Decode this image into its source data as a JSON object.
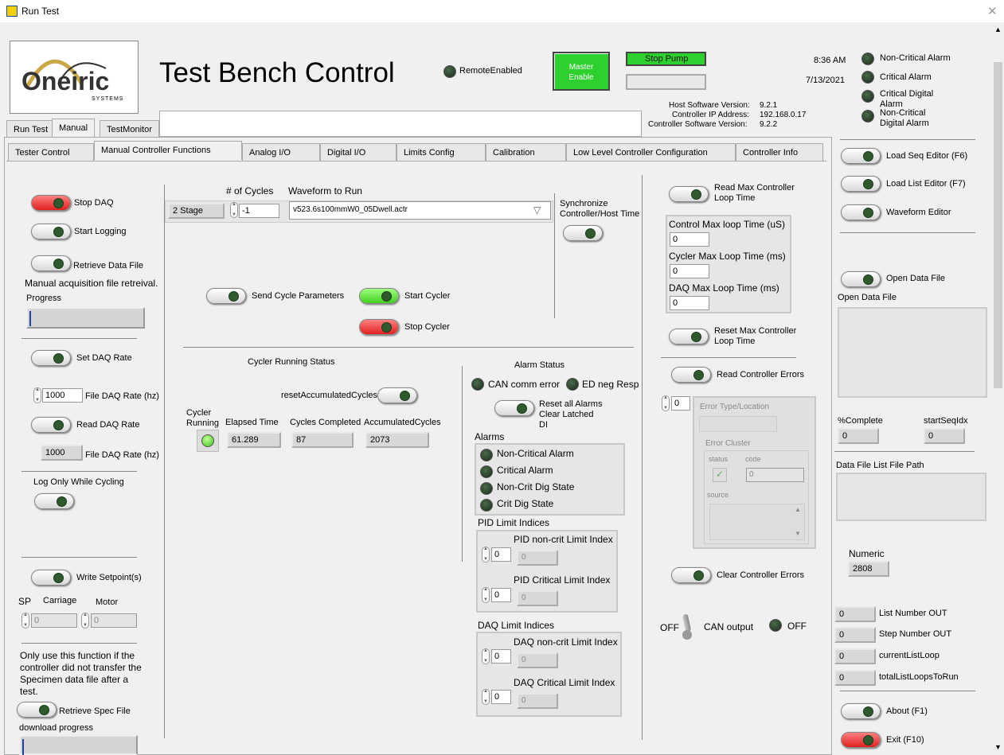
{
  "window": {
    "title": "Run Test"
  },
  "header": {
    "title": "Test Bench Control",
    "logo_text": "Oneiric",
    "logo_sub": "SYSTEMS",
    "remote_enabled": "RemoteEnabled",
    "master_enable": "Master Enable",
    "stop_pump": "Stop Pump",
    "time": "8:36 AM",
    "date": "7/13/2021",
    "host_sw_label": "Host Software Version:",
    "host_sw": "9.2.1",
    "ip_label": "Controller IP Address:",
    "ip": "192.168.0.17",
    "ctrl_sw_label": "Controller Software Version:",
    "ctrl_sw": "9.2.2",
    "alarm_noncrit": "Non-Critical Alarm",
    "alarm_crit": "Critical Alarm",
    "alarm_crit_dig": "Critical Digital Alarm",
    "alarm_noncrit_dig": "Non-Critical Digital Alarm"
  },
  "main_tabs": [
    "Run Test",
    "Manual",
    "TestMonitor"
  ],
  "sub_tabs": [
    "Tester Control",
    "Manual Controller Functions",
    "Analog I/O",
    "Digital I/O",
    "Limits Config",
    "Calibration",
    "Low Level Controller Configuration",
    "Controller Info"
  ],
  "left": {
    "stop_daq": "Stop DAQ",
    "start_logging": "Start Logging",
    "retrieve_data": "Retrieve Data File",
    "manual_acq": "Manual acquisition file retreival.",
    "progress": "Progress",
    "set_daq_rate": "Set DAQ Rate",
    "daq_rate_val": "1000",
    "file_daq_rate": "File DAQ Rate (hz)",
    "read_daq_rate": "Read DAQ Rate",
    "daq_rate_read": "1000",
    "file_daq_rate2": "File DAQ Rate (hz)",
    "log_only": "Log Only While Cycling",
    "write_sp": "Write Setpoint(s)",
    "sp": "SP",
    "carriage": "Carriage",
    "motor": "Motor",
    "carriage_val": "0",
    "motor_val": "0",
    "note": "Only use this function if the controller did not transfer the Specimen data file after a test.",
    "retrieve_spec": "Retrieve Spec File",
    "download_progress": "download progress"
  },
  "mid": {
    "stage": "2 Stage",
    "cycles_label": "# of Cycles",
    "cycles_val": "-1",
    "waveform_label": "Waveform to Run",
    "waveform": "v523.6s100mmW0_05Dwell.actr",
    "sync": "Synchronize Controller/Host Time",
    "send_cycle": "Send Cycle Parameters",
    "start_cycler": "Start Cycler",
    "stop_cycler": "Stop Cycler",
    "cycler_status": "Cycler Running Status",
    "reset_acc": "resetAccumulatedCycles",
    "cycler_running": "Cycler Running",
    "elapsed_label": "Elapsed Time",
    "elapsed": "61.289",
    "completed_label": "Cycles Completed",
    "completed": "87",
    "accum_label": "AccumulatedCycles",
    "accum": "2073"
  },
  "alarm": {
    "status": "Alarm Status",
    "can_err": "CAN comm error",
    "ed_neg": "ED neg Resp",
    "reset_all": "Reset all Alarms Clear Latched DI",
    "alarms": "Alarms",
    "list": [
      "Non-Critical Alarm",
      "Critical Alarm",
      "Non-Crit Dig State",
      "Crit Dig State"
    ],
    "pid_indices": "PID Limit Indices",
    "pid_noncrit": "PID non-crit Limit Index",
    "pid_crit": "PID Critical Limit Index",
    "daq_indices": "DAQ Limit Indices",
    "daq_noncrit": "DAQ non-crit Limit Index",
    "daq_crit": "DAQ Critical Limit Index",
    "zero": "0"
  },
  "ctrl": {
    "read_max": "Read Max Controller Loop Time",
    "control_max": "Control Max loop Time (uS)",
    "cycler_max": "Cycler Max Loop Time (ms)",
    "daq_max": "DAQ Max Loop Time (ms)",
    "reset_max": "Reset Max Controller Loop Time",
    "read_errors": "Read Controller Errors",
    "err_type": "Error Type/Location",
    "err_cluster": "Error Cluster",
    "status": "status",
    "code": "code",
    "source": "source",
    "clear_errors": "Clear Controller Errors",
    "off": "OFF",
    "can_output": "CAN output",
    "off2": "OFF",
    "zero": "0"
  },
  "right": {
    "load_seq": "Load Seq Editor (F6)",
    "load_list": "Load List Editor (F7)",
    "waveform_editor": "Waveform Editor",
    "open_data": "Open Data File",
    "open_data_label": "Open Data File",
    "pct_complete": "%Complete",
    "pct_val": "0",
    "start_seq": "startSeqIdx",
    "start_val": "0",
    "data_list_path": "Data File List File Path",
    "numeric": "Numeric",
    "numeric_val": "2808",
    "list_num": "List Number OUT",
    "step_num": "Step Number OUT",
    "current_loop": "currentListLoop",
    "total_loops": "totalListLoopsToRun",
    "zero": "0",
    "about": "About (F1)",
    "exit": "Exit (F10)"
  }
}
